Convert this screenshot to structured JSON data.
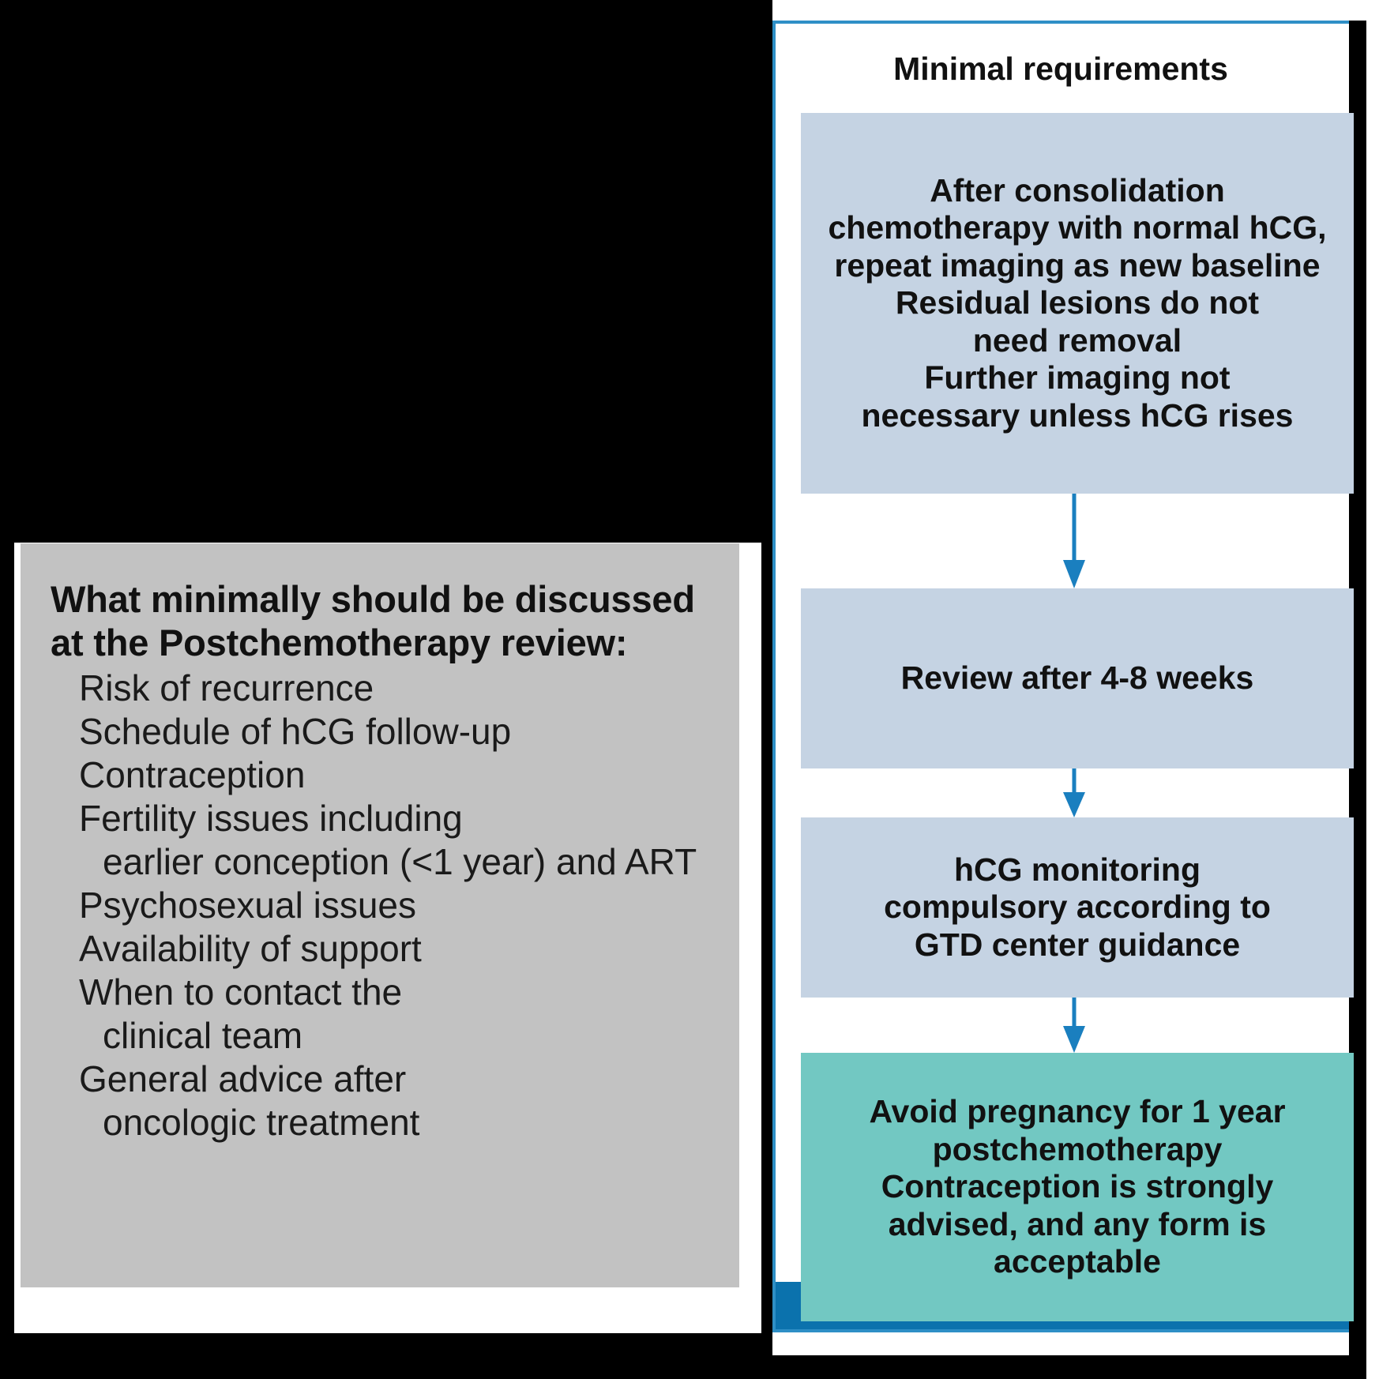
{
  "colors": {
    "node_blue": "#c5d3e3",
    "node_teal": "#72c8c2",
    "arrow_blue": "#1a7fbf",
    "card_border_blue": "#2e8fc6",
    "footer_band_blue": "#0b72ad",
    "left_panel_gray": "#c2c2c2",
    "text_black": "#111111"
  },
  "left_panel": {
    "heading": "What minimally should be discussed at the Postchemotherapy review:",
    "items": [
      {
        "main": "Risk of recurrence",
        "cont": ""
      },
      {
        "main": "Schedule of hCG follow-up",
        "cont": ""
      },
      {
        "main": "Contraception",
        "cont": ""
      },
      {
        "main": "Fertility issues including",
        "cont": "earlier conception (<1 year) and ART"
      },
      {
        "main": "Psychosexual issues",
        "cont": ""
      },
      {
        "main": "Availability of support",
        "cont": ""
      },
      {
        "main": "When to contact the",
        "cont": "clinical team"
      },
      {
        "main": "General advice after",
        "cont": "oncologic treatment"
      }
    ]
  },
  "flowchart": {
    "title": "Minimal requirements",
    "nodes": [
      {
        "id": "node-0",
        "style": "blue",
        "lines": [
          "After consolidation",
          "chemotherapy with normal hCG,",
          "repeat imaging as new baseline",
          "Residual lesions do not",
          "need removal",
          "Further imaging not",
          "necessary unless hCG rises"
        ]
      },
      {
        "id": "node-1",
        "style": "blue",
        "lines": [
          "Review after 4-8 weeks"
        ]
      },
      {
        "id": "node-2",
        "style": "blue",
        "lines": [
          "hCG monitoring",
          "compulsory according to",
          "GTD center guidance"
        ]
      },
      {
        "id": "node-3",
        "style": "teal",
        "lines": [
          "Avoid pregnancy for 1 year",
          "postchemotherapy",
          "Contraception is strongly",
          "advised, and any form is",
          "acceptable"
        ]
      }
    ],
    "connectors": [
      {
        "id": "arrow-0",
        "from": "node-0",
        "to": "node-1",
        "icon": "down-arrow-icon"
      },
      {
        "id": "arrow-1",
        "from": "node-1",
        "to": "node-2",
        "icon": "down-arrow-icon"
      },
      {
        "id": "arrow-2",
        "from": "node-2",
        "to": "node-3",
        "icon": "down-arrow-icon"
      }
    ]
  }
}
